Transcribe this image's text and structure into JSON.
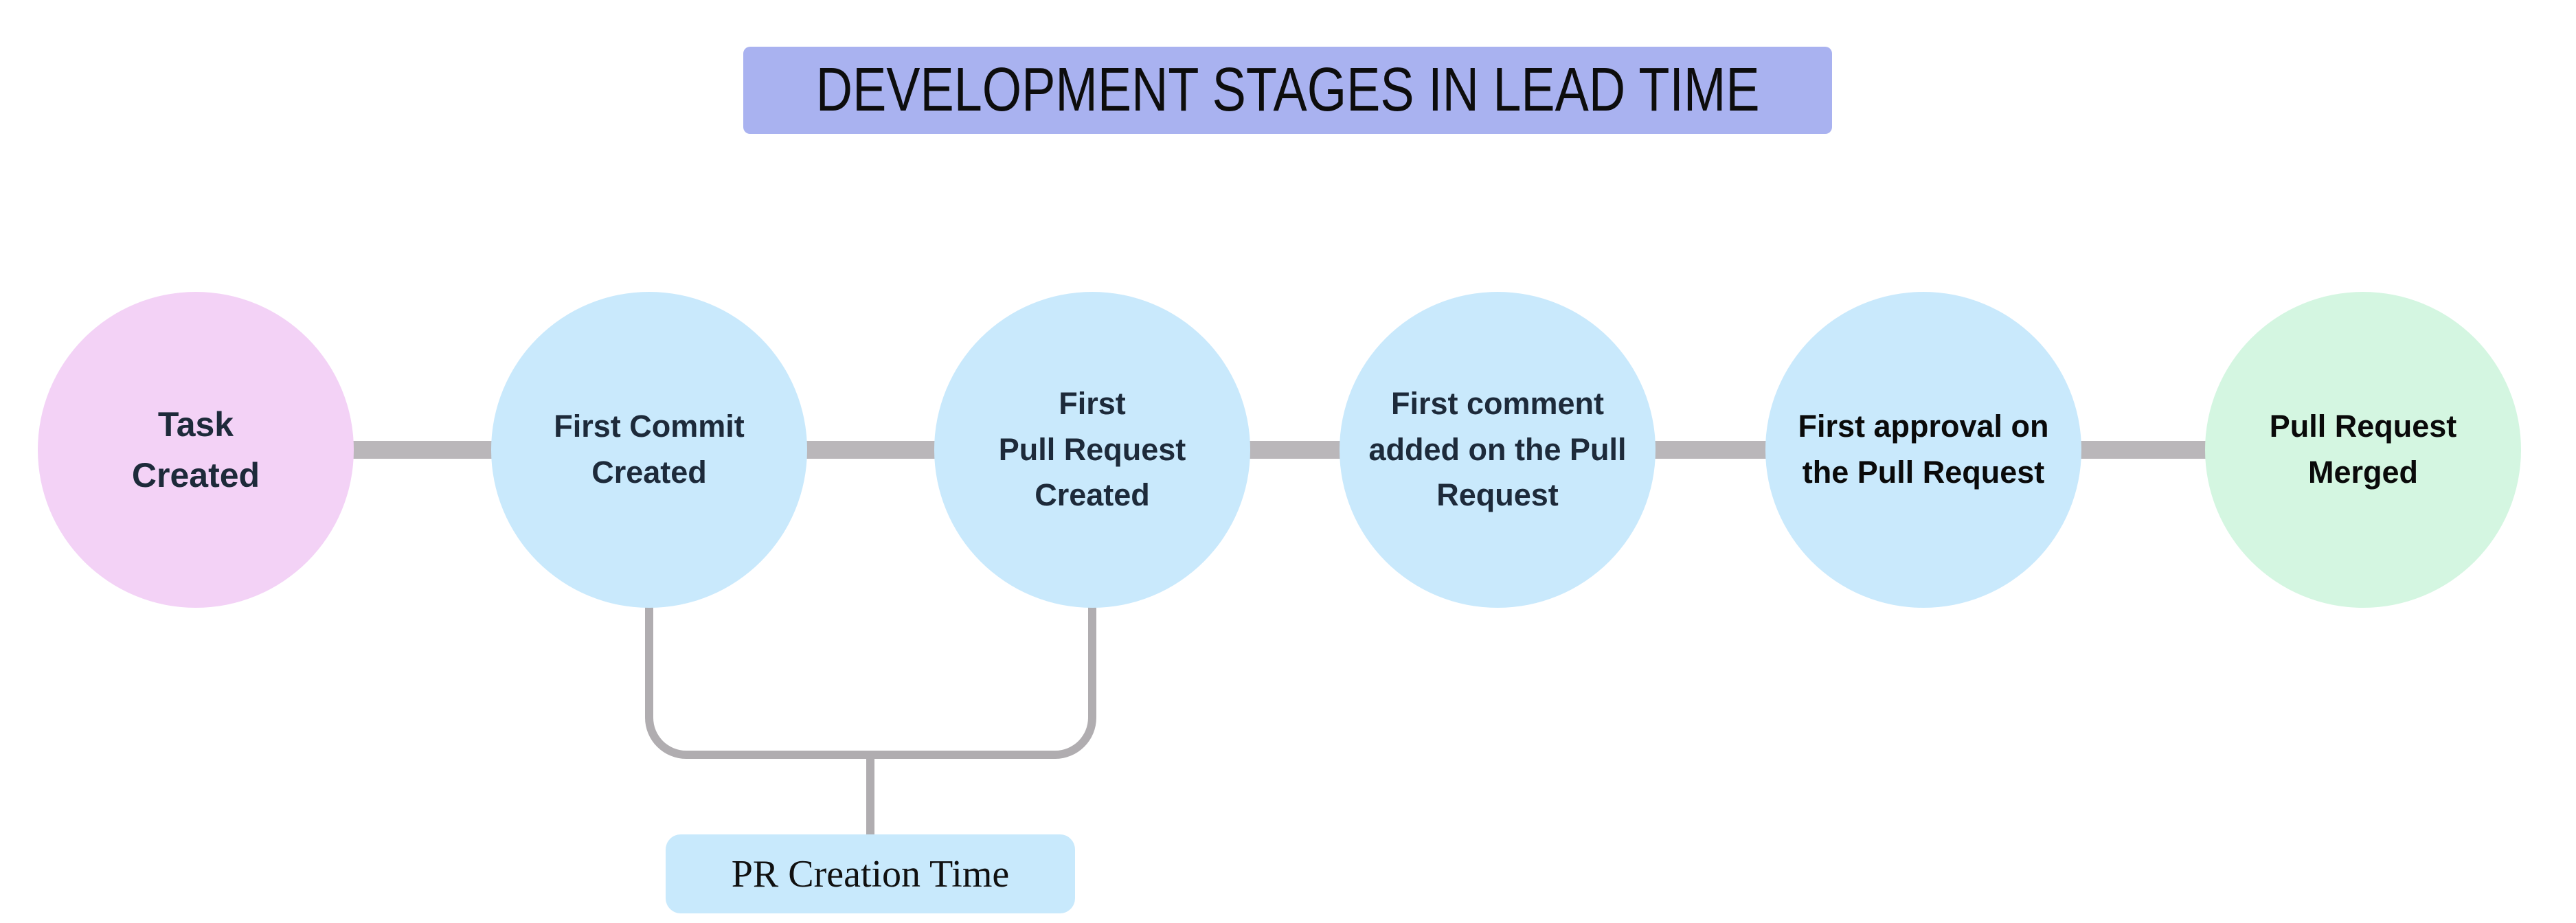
{
  "title": {
    "text": "DEVELOPMENT STAGES IN LEAD TIME",
    "bg_color": "#a9b2f0",
    "text_color": "#0d0d0d"
  },
  "stages": [
    {
      "label": "Task\nCreated",
      "fill": "#f3d2f6",
      "text_color": "#1d2a3a"
    },
    {
      "label": "First Commit\nCreated",
      "fill": "#c9e9fc",
      "text_color": "#1d2a3a"
    },
    {
      "label": "First\nPull Request\nCreated",
      "fill": "#c9e9fc",
      "text_color": "#1d2a3a"
    },
    {
      "label": "First comment\nadded on the Pull\nRequest",
      "fill": "#c9e9fc",
      "text_color": "#1d2a3a"
    },
    {
      "label": "First approval on\nthe Pull Request",
      "fill": "#c9e9fc",
      "text_color": "#0a0a0a"
    },
    {
      "label": "Pull Request\nMerged",
      "fill": "#d4f6e1",
      "text_color": "#0a0a0a"
    }
  ],
  "connector": {
    "color": "#bab7ba"
  },
  "bracket": {
    "color": "#b0adb0"
  },
  "annotation": {
    "label": "PR Creation Time",
    "bg_color": "#c8e9fc",
    "text_color": "#101010"
  }
}
